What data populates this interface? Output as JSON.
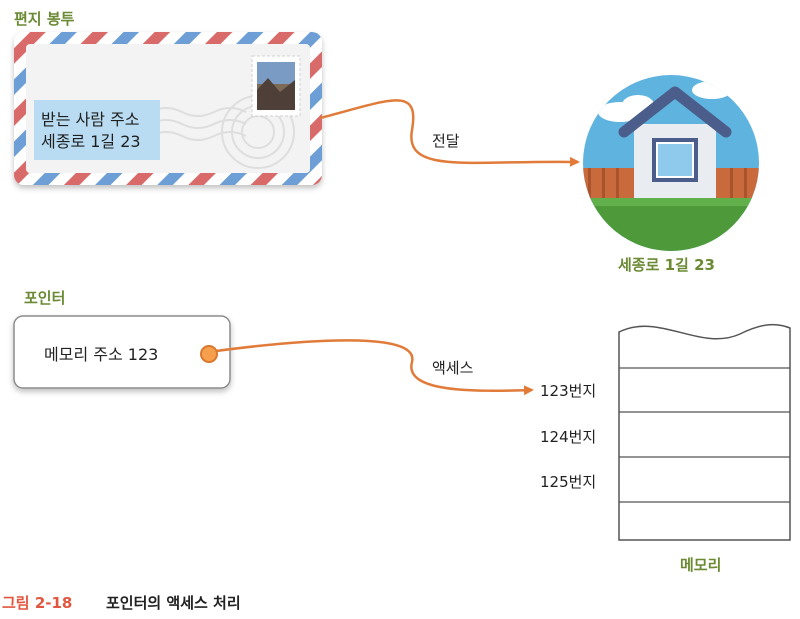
{
  "envelope_section": {
    "title": "편지 봉투",
    "address_line1": "받는 사람 주소",
    "address_line2": "세종로 1길 23",
    "arrow_label": "전달",
    "house_caption": "세종로 1길 23"
  },
  "pointer_section": {
    "title": "포인터",
    "box_text": "메모리 주소 123",
    "arrow_label": "액세스",
    "memory_rows": [
      "123번지",
      "124번지",
      "125번지"
    ],
    "memory_caption": "메모리"
  },
  "figure_caption": {
    "number": "그림 2-18",
    "text": "포인터의 액세스 처리"
  },
  "colors": {
    "accent_green": "#6b8a34",
    "arrow_orange": "#e07b39",
    "caption_red": "#e2563f",
    "sky_blue": "#5fb3df",
    "address_box": "#b9dcf2"
  }
}
